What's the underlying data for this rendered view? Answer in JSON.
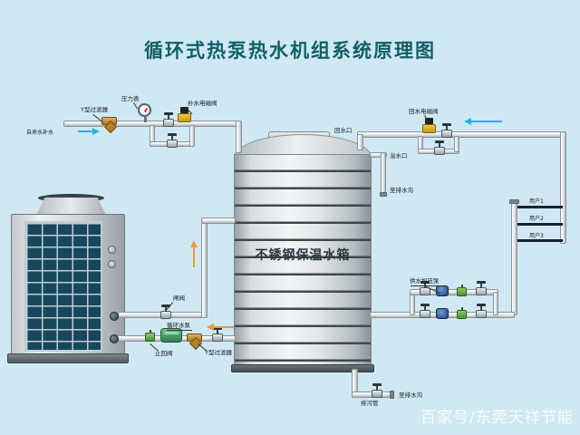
{
  "title": "循环式热泵热水机组系统原理图",
  "watermark": "百家号/东莞天祥节能",
  "tank_label": "不锈钢保温水箱",
  "labels": {
    "tap_water": "自来水补水",
    "y_filter_top": "Y型过滤器",
    "pressure_gauge": "压力表",
    "makeup_solenoid": "补水电磁阀",
    "return_port": "回水口",
    "return_solenoid": "回水电磁阀",
    "overflow_port": "溢水口",
    "overflow_to_drain": "至排水沟",
    "user1": "用户1",
    "user2": "用户2",
    "user3": "用户3",
    "supply_pressure_pump": "供水加压泵",
    "gate_valve": "闸阀",
    "circulation_pump": "循环水泵",
    "check_valve": "止回阀",
    "y_filter_bottom": "Y型过滤器",
    "blowdown_pipe": "排污管",
    "blowdown_to_drain": "至排水沟"
  },
  "colors": {
    "background": "#cfe8f4",
    "title_text": "#125f66",
    "pipe": "#c8cdd0",
    "tank_body": "#e2e5e6",
    "heat_pump_grid": "#17475c",
    "solenoid_yellow": "#dcb52c",
    "filter_orange": "#c08a30",
    "pump_blue": "#2a4f96",
    "pump_green": "#3f9e6e",
    "arrow_cyan": "#29b1e6",
    "arrow_orange": "#e89a3a"
  }
}
